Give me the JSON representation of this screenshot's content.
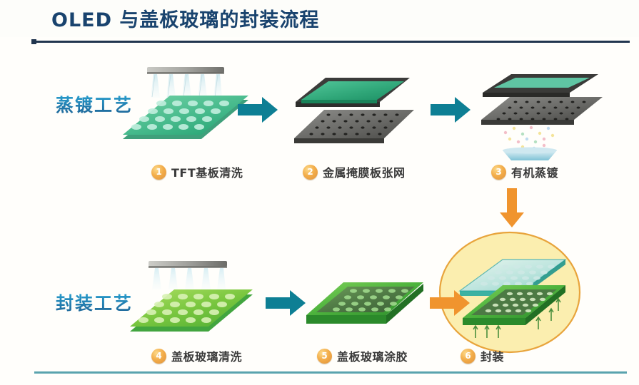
{
  "page": {
    "title": "OLED 与盖板玻璃的封装流程",
    "background": "#fffefb",
    "title_color": "#19436e",
    "rule_color": "#21364f",
    "bottom_rule_color": "#5aa3ae"
  },
  "rows": [
    {
      "label": "蒸镀工艺",
      "color": "#1f7fb5"
    },
    {
      "label": "封装工艺",
      "color": "#1f7fb5"
    }
  ],
  "steps": [
    {
      "number": "1",
      "label": "TFT基板清洗",
      "icon": "substrate-cleaning-icon"
    },
    {
      "number": "2",
      "label": "金属掩膜板张网",
      "icon": "metal-mask-icon"
    },
    {
      "number": "3",
      "label": "有机蒸镀",
      "icon": "organic-evaporation-icon"
    },
    {
      "number": "4",
      "label": "盖板玻璃清洗",
      "icon": "cover-glass-cleaning-icon"
    },
    {
      "number": "5",
      "label": "盖板玻璃涂胶",
      "icon": "cover-glass-gluing-icon"
    },
    {
      "number": "6",
      "label": "封装",
      "icon": "encapsulation-icon"
    }
  ],
  "arrows": [
    {
      "name": "arrow-step1-to-step2",
      "direction": "right",
      "color": "#0e7f94"
    },
    {
      "name": "arrow-step2-to-step3",
      "direction": "right",
      "color": "#0e7f94"
    },
    {
      "name": "arrow-step3-to-step6",
      "direction": "down",
      "color": "#f0942e"
    },
    {
      "name": "arrow-step4-to-step5",
      "direction": "right",
      "color": "#0e7f94"
    },
    {
      "name": "arrow-step5-to-step6",
      "direction": "right",
      "color": "#f0942e"
    }
  ],
  "palette": {
    "teal_arrow": "#0e7f94",
    "orange_arrow": "#f0942e",
    "badge_orange": "#f3ae4b",
    "panel_green": "#3fae7e",
    "panel_green_light": "#77c94a",
    "mask_gray": "#4c4c4c",
    "highlight_ellipse_fill": "#fbedab",
    "highlight_ellipse_stroke": "#e8a43c"
  }
}
